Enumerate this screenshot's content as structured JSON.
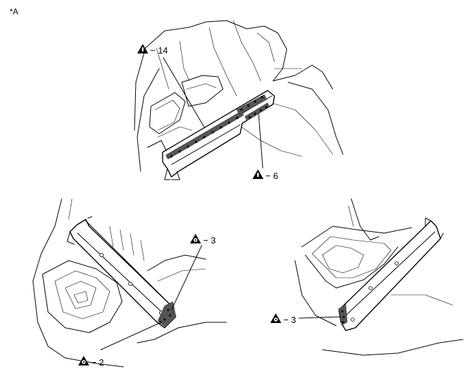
{
  "figure_marker": "*A",
  "callouts": [
    {
      "symbol": "spot-weld-icon",
      "text": "− 14"
    },
    {
      "symbol": "spot-weld-icon",
      "text": "− 6"
    },
    {
      "symbol": "plug-weld-icon",
      "text": "− 3"
    },
    {
      "symbol": "plug-weld-icon",
      "text": "− 2"
    },
    {
      "symbol": "plug-weld-icon",
      "text": "− 3"
    }
  ]
}
